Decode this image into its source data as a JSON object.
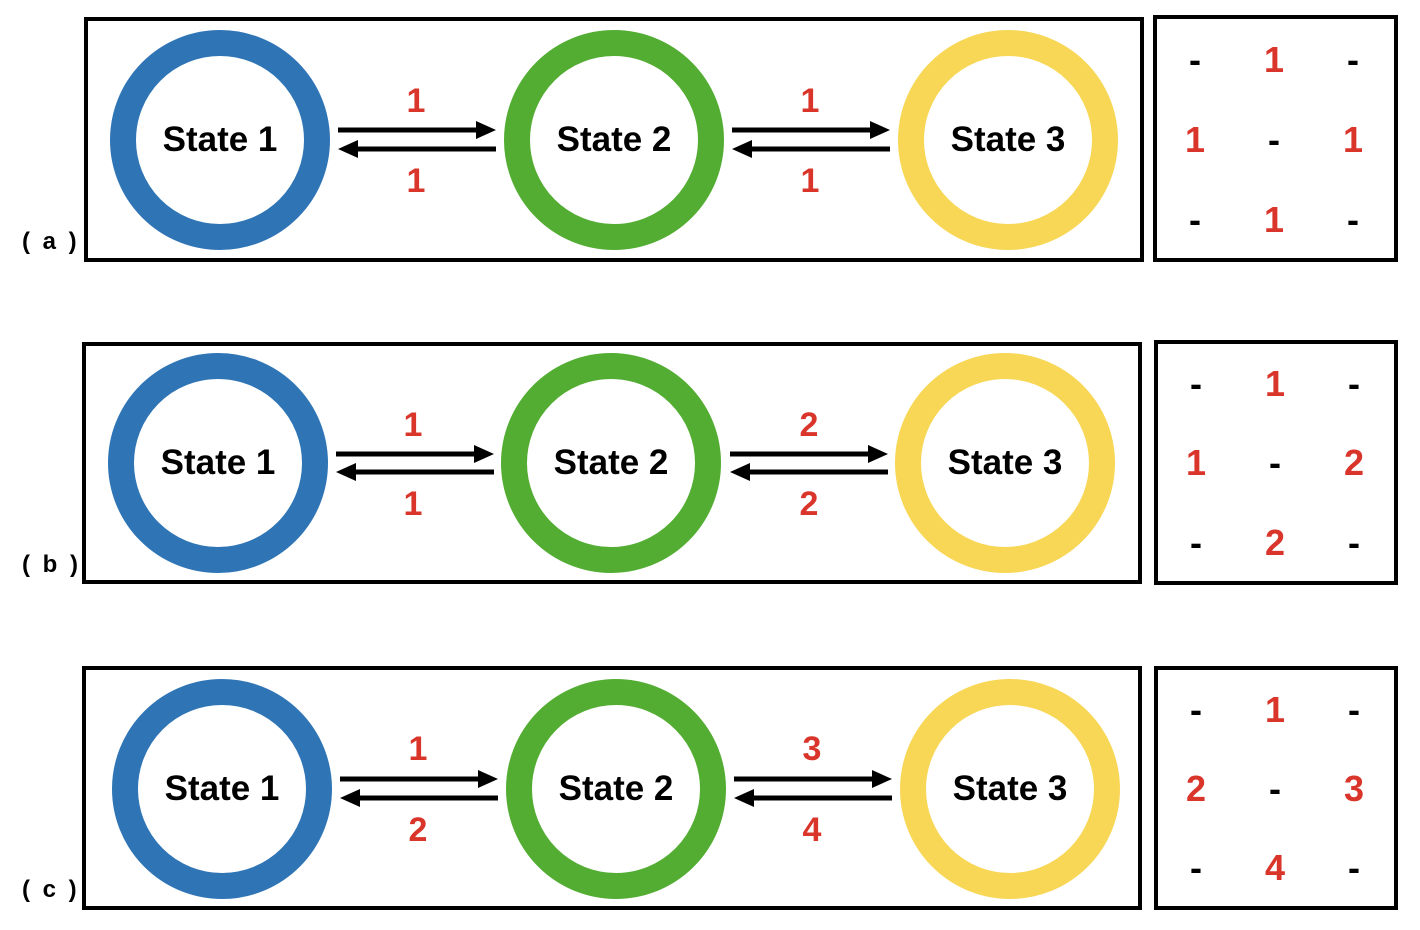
{
  "colors": {
    "state1": "#2f75b5",
    "state2": "#53ad33",
    "state3": "#f7d755",
    "rate": "#d9352a",
    "line": "#000000"
  },
  "panels": [
    {
      "label": "( a )",
      "states": [
        "State 1",
        "State 2",
        "State 3"
      ],
      "rates": {
        "s1_to_s2": "1",
        "s2_to_s1": "1",
        "s2_to_s3": "1",
        "s3_to_s2": "1"
      },
      "matrix": [
        [
          "-",
          "1",
          "-"
        ],
        [
          "1",
          "-",
          "1"
        ],
        [
          "-",
          "1",
          "-"
        ]
      ]
    },
    {
      "label": "( b )",
      "states": [
        "State 1",
        "State 2",
        "State 3"
      ],
      "rates": {
        "s1_to_s2": "1",
        "s2_to_s1": "1",
        "s2_to_s3": "2",
        "s3_to_s2": "2"
      },
      "matrix": [
        [
          "-",
          "1",
          "-"
        ],
        [
          "1",
          "-",
          "2"
        ],
        [
          "-",
          "2",
          "-"
        ]
      ]
    },
    {
      "label": "( c )",
      "states": [
        "State 1",
        "State 2",
        "State 3"
      ],
      "rates": {
        "s1_to_s2": "1",
        "s2_to_s1": "2",
        "s2_to_s3": "3",
        "s3_to_s2": "4"
      },
      "matrix": [
        [
          "-",
          "1",
          "-"
        ],
        [
          "2",
          "-",
          "3"
        ],
        [
          "-",
          "4",
          "-"
        ]
      ]
    }
  ]
}
